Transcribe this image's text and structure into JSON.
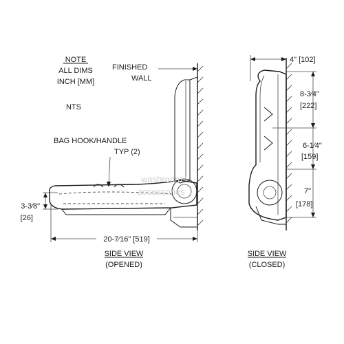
{
  "note": {
    "title": "NOTE",
    "line1": "ALL DIMS",
    "line2": "INCH [MM]",
    "nts": "NTS"
  },
  "labels": {
    "finished_wall_1": "FINISHED",
    "finished_wall_2": "WALL",
    "bag_hook_1": "BAG HOOK/HANDLE",
    "bag_hook_2": "TYP (2)"
  },
  "opened_view": {
    "caption_1": "SIDE VIEW",
    "caption_2": "(OPENED)",
    "height_dim": "3-3⁄8\"",
    "height_dim_mm": "[26]",
    "length_dim": "20-7⁄16\" [519]"
  },
  "closed_view": {
    "caption_1": "SIDE VIEW",
    "caption_2": "(CLOSED)",
    "depth_dim": "4\" [102]",
    "dim_a": "8-3⁄4\"",
    "dim_a_mm": "[222]",
    "dim_b": "6-1⁄4\"",
    "dim_b_mm": "[159]",
    "dim_c": "7\"",
    "dim_c_mm": "[178]"
  },
  "watermark": {
    "line1": "washroom",
    "line2": "accessories"
  }
}
